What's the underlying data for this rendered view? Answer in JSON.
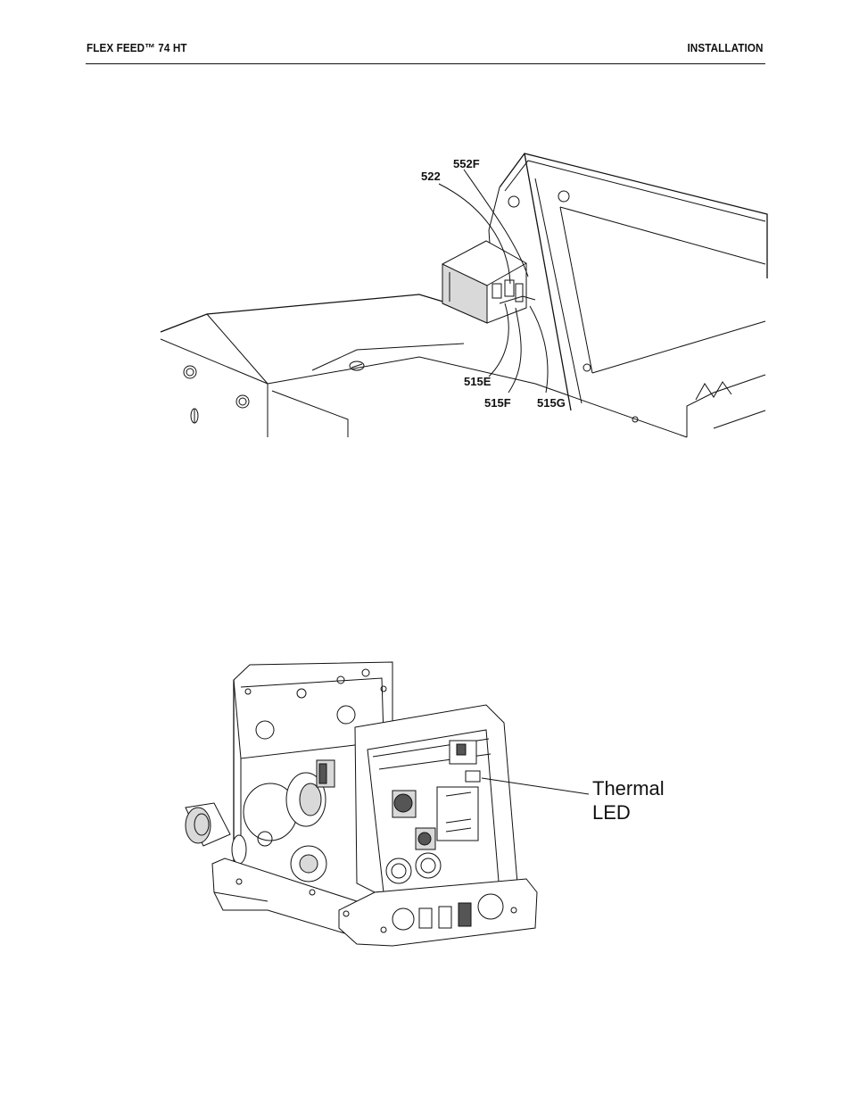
{
  "header": {
    "product": "FLEX FEED™ 74 HT",
    "section": "INSTALLATION"
  },
  "figure1": {
    "callouts": [
      "522",
      "552F",
      "515E",
      "515F",
      "515G"
    ]
  },
  "figure2": {
    "label_line1": "Thermal",
    "label_line2": "LED"
  }
}
